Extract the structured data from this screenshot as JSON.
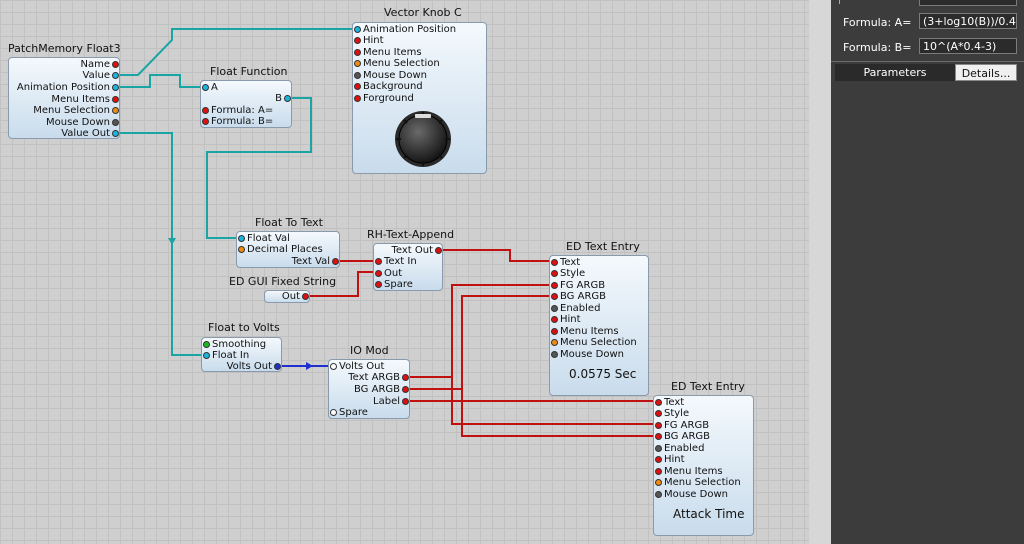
{
  "modules": {
    "patch_memory": {
      "title": "PatchMemory Float3",
      "pins": [
        "Name",
        "Value",
        "Animation Position",
        "Menu Items",
        "Menu Selection",
        "Mouse Down",
        "Value Out"
      ]
    },
    "float_function": {
      "title": "Float Function",
      "pins": [
        "A",
        "B",
        "Formula: A=",
        "Formula: B="
      ]
    },
    "vector_knob": {
      "title": "Vector Knob C",
      "pins": [
        "Animation Position",
        "Hint",
        "Menu Items",
        "Menu Selection",
        "Mouse Down",
        "Background",
        "Forground"
      ]
    },
    "float_to_text": {
      "title": "Float To Text",
      "pins": [
        "Float Val",
        "Decimal Places",
        "Text Val"
      ]
    },
    "rh_text_append": {
      "title": "RH-Text-Append",
      "pins": [
        "Text Out",
        "Text In",
        "Out",
        "Spare"
      ]
    },
    "ed_gui_fixed": {
      "title": "ED GUI Fixed String",
      "pins": [
        "Out"
      ]
    },
    "ed_text_entry_1": {
      "title": "ED Text Entry",
      "pins": [
        "Text",
        "Style",
        "FG ARGB",
        "BG ARGB",
        "Enabled",
        "Hint",
        "Menu Items",
        "Menu Selection",
        "Mouse Down"
      ],
      "value": "0.0575 Sec"
    },
    "float_to_volts": {
      "title": "Float to Volts",
      "pins": [
        "Smoothing",
        "Float In",
        "Volts Out"
      ]
    },
    "io_mod": {
      "title": "IO Mod",
      "pins": [
        "Volts Out",
        "Text ARGB",
        "BG ARGB",
        "Label",
        "Spare"
      ]
    },
    "ed_text_entry_2": {
      "title": "ED Text Entry",
      "pins": [
        "Text",
        "Style",
        "FG ARGB",
        "BG ARGB",
        "Enabled",
        "Hint",
        "Menu Items",
        "Menu Selection",
        "Mouse Down"
      ],
      "value": "Attack Time"
    }
  },
  "panel": {
    "formula_a_label": "Formula: A=",
    "formula_a_value": "(3+log10(B))/0.4",
    "formula_b_label": "Formula: B=",
    "formula_b_value": "10^(A*0.4-3)",
    "tab_parameters": "Parameters",
    "tab_details": "Details..."
  },
  "colors": {
    "wire_cyan": "#1aa5a5",
    "wire_red": "#c01010",
    "wire_blue": "#2030d0",
    "panel_bg": "#3c3c3c"
  }
}
